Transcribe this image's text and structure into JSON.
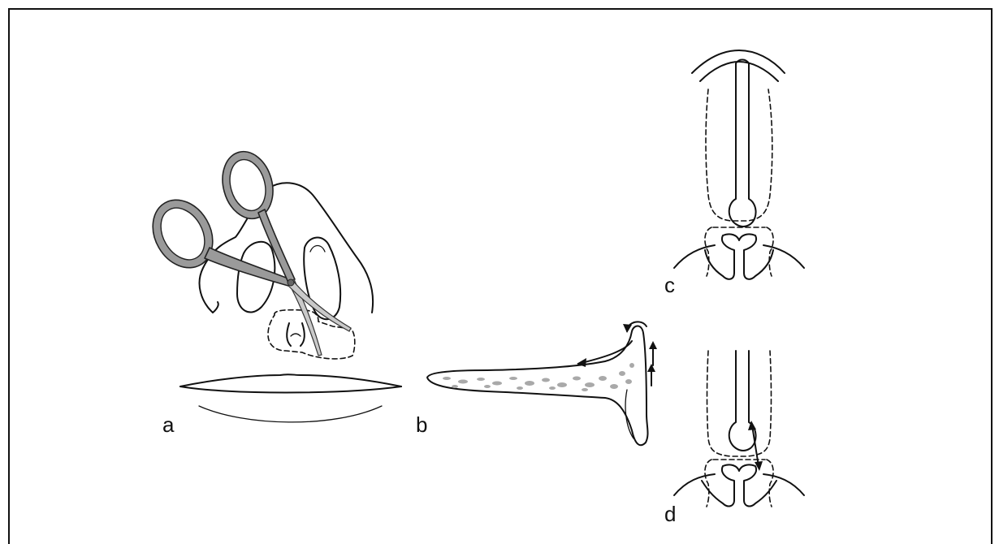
{
  "figure": {
    "panels": [
      {
        "id": "a",
        "label": "a"
      },
      {
        "id": "b",
        "label": "b"
      },
      {
        "id": "c",
        "label": "c"
      },
      {
        "id": "d",
        "label": "d"
      }
    ],
    "border_color": "#111111",
    "instrument_color": "#9a9a9a"
  }
}
